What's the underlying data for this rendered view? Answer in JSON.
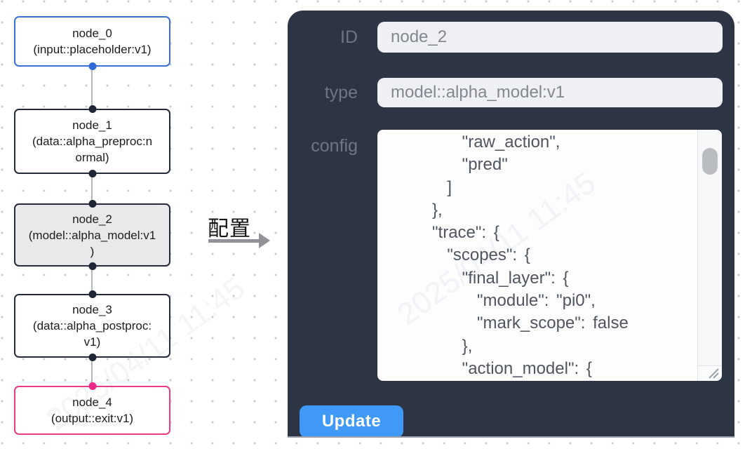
{
  "flow": {
    "nodes": [
      {
        "label": "node_0\n(input::placeholder:v1)",
        "type": "input",
        "border_color": "#3d6fd6",
        "selected": false
      },
      {
        "label": "node_1\n(data::alpha_preproc:n\normal)",
        "type": "data",
        "border_color": "#252b3b",
        "selected": false
      },
      {
        "label": "node_2\n(model::alpha_model:v1\n)",
        "type": "model",
        "border_color": "#252b3b",
        "selected": true
      },
      {
        "label": "node_3\n(data::alpha_postproc:\nv1)",
        "type": "data",
        "border_color": "#252b3b",
        "selected": false
      },
      {
        "label": "node_4\n(output::exit:v1)",
        "type": "output",
        "border_color": "#e93a84",
        "selected": false
      }
    ],
    "connector_colors": {
      "input": "#2f6bd8",
      "default": "#1f2534",
      "output": "#f2258a"
    },
    "annotation": {
      "label": "配置",
      "arrow_color": "#909298"
    }
  },
  "panel": {
    "background": "#2d3444",
    "fields": {
      "id": {
        "label": "ID",
        "value": "node_2"
      },
      "type": {
        "label": "type",
        "value": "model::alpha_model:v1"
      },
      "config": {
        "label": "config",
        "value": "          \"raw_action\",\n          \"pred\"\n        ]\n      },\n      \"trace\": {\n        \"scopes\": {\n          \"final_layer\": {\n            \"module\": \"pi0\",\n            \"mark_scope\": false\n          },\n          \"action_model\": {"
      }
    },
    "update_button": {
      "label": "Update",
      "color": "#4098f7"
    }
  },
  "watermark": {
    "text": "2025/04/11 11:45"
  }
}
